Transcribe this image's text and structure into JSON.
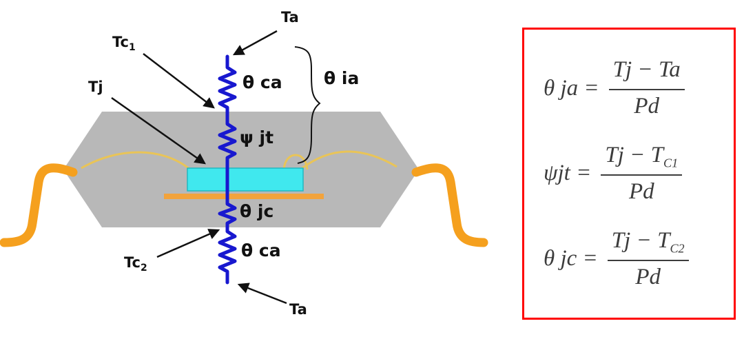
{
  "diagram": {
    "labels": {
      "ta_top": "Ta",
      "tc1_main": "Tc",
      "tc1_sub": "1",
      "tj": "Tj",
      "theta_ca_top": "θ ca",
      "psi_jt": "ψ jt",
      "theta_ia": "θ ia",
      "theta_jc": "θ jc",
      "theta_ca_bottom": "θ ca",
      "tc2_main": "Tc",
      "tc2_sub": "2",
      "ta_bottom": "Ta"
    },
    "colors": {
      "package_body": "#b8b8b8",
      "die": "#40e8ee",
      "die_pad": "#f2a33c",
      "lead": "#f5a01e",
      "bond_wire": "#e9c457",
      "resistor": "#1818cf",
      "annotation": "#111111"
    }
  },
  "equations": {
    "border_color": "#ff0000",
    "text_color": "#3c3c3c",
    "items": [
      {
        "lhs": "θ ja =",
        "num_main": "Tj − Ta",
        "num_sub": "",
        "den": "Pd"
      },
      {
        "lhs": "ψjt =",
        "num_main": "Tj − T",
        "num_sub": "C1",
        "den": "Pd"
      },
      {
        "lhs": "θ jc =",
        "num_main": "Tj − T",
        "num_sub": "C2",
        "den": "Pd"
      }
    ]
  }
}
